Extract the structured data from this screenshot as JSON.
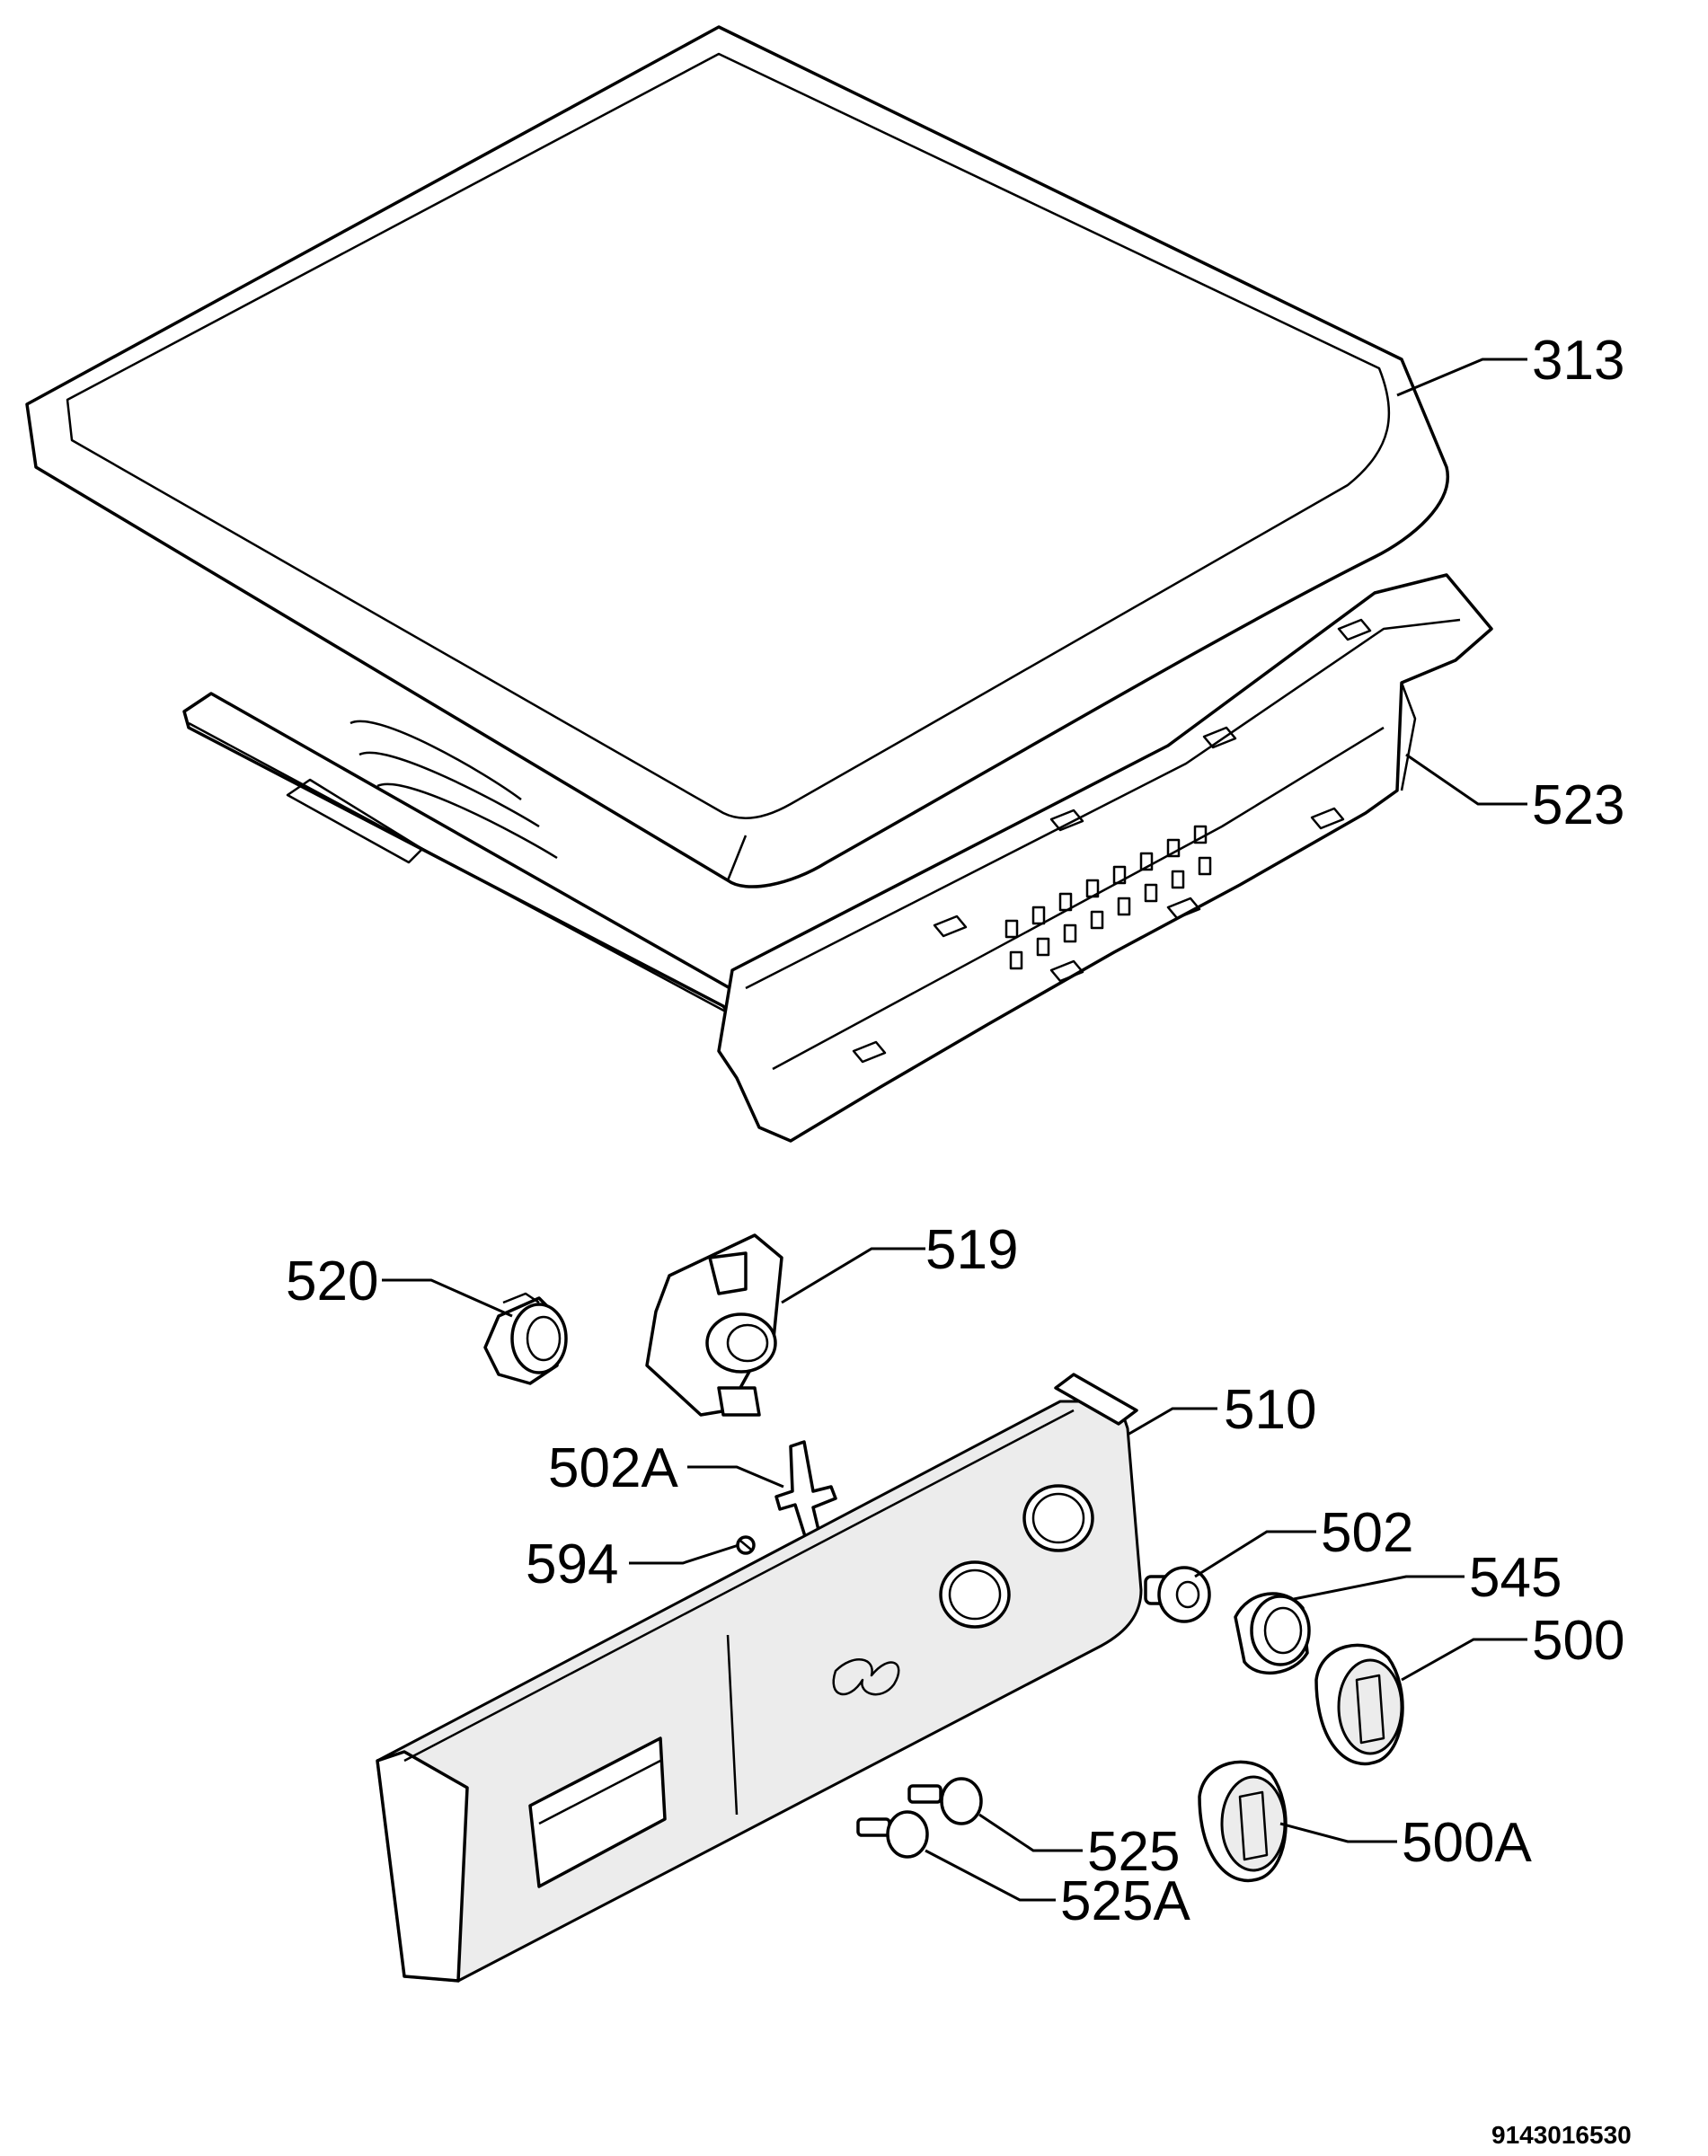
{
  "callouts": [
    {
      "id": "313",
      "text": "313"
    },
    {
      "id": "523",
      "text": "523"
    },
    {
      "id": "520",
      "text": "520"
    },
    {
      "id": "519",
      "text": "519"
    },
    {
      "id": "510",
      "text": "510"
    },
    {
      "id": "502A",
      "text": "502A"
    },
    {
      "id": "594",
      "text": "594"
    },
    {
      "id": "502",
      "text": "502"
    },
    {
      "id": "545",
      "text": "545"
    },
    {
      "id": "500",
      "text": "500"
    },
    {
      "id": "500A",
      "text": "500A"
    },
    {
      "id": "525",
      "text": "525"
    },
    {
      "id": "525A",
      "text": "525A"
    }
  ],
  "drawing_code": "9143016530"
}
